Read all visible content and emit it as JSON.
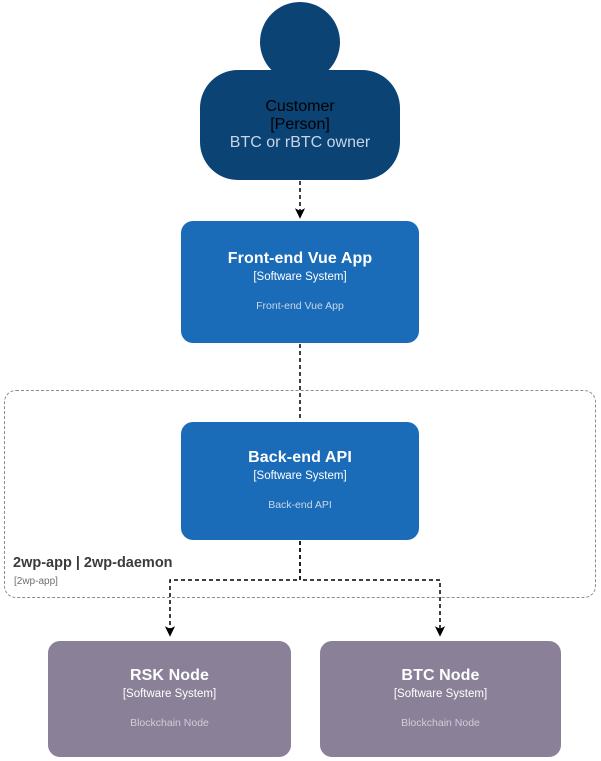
{
  "diagram": {
    "kind": "c4-system-context",
    "colors": {
      "person_fill": "#0B4375",
      "system_fill": "#1B6CB8",
      "external_node_fill": "#8A8199",
      "boundary_stroke": "#8C8C8C",
      "edge_stroke": "#000000",
      "title_text": "#FFFFFF",
      "description_text": "#C9D7E7",
      "background": "#FFFFFF"
    }
  },
  "nodes": {
    "customer": {
      "title": "Customer",
      "type": "[Person]",
      "description": "BTC or rBTC owner",
      "shape": "person"
    },
    "frontend": {
      "title": "Front-end Vue App",
      "type": "[Software System]",
      "description": "Front-end Vue App",
      "shape": "rounded-box"
    },
    "backend": {
      "title": "Back-end API",
      "type": "[Software System]",
      "description": "Back-end API",
      "shape": "rounded-box"
    },
    "rsk_node": {
      "title": "RSK Node",
      "type": "[Software System]",
      "description": "Blockchain Node",
      "shape": "rounded-box"
    },
    "btc_node": {
      "title": "BTC Node",
      "type": "[Software System]",
      "description": "Blockchain Node",
      "shape": "rounded-box"
    }
  },
  "boundary": {
    "label": "2wp-app | 2wp-daemon",
    "type": "[2wp-app]"
  },
  "edges": [
    {
      "from": "customer",
      "to": "frontend",
      "style": "dashed",
      "arrow": "end"
    },
    {
      "from": "frontend",
      "to": "backend",
      "style": "dashed",
      "arrow": "none"
    },
    {
      "from": "backend",
      "to": "rsk_node",
      "style": "dashed",
      "arrow": "end"
    },
    {
      "from": "backend",
      "to": "btc_node",
      "style": "dashed",
      "arrow": "end"
    }
  ]
}
